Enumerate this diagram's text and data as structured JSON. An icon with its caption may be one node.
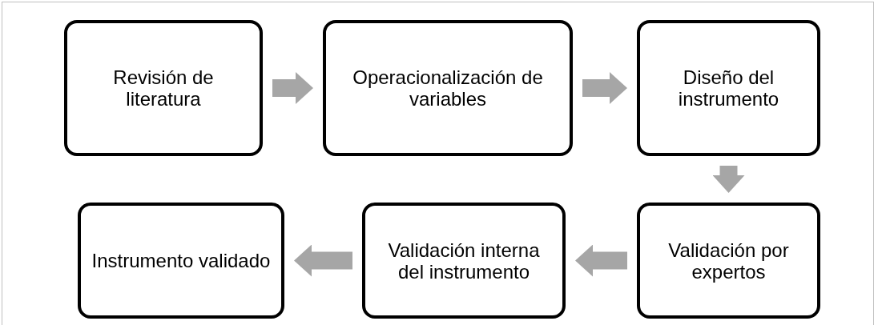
{
  "diagram": {
    "nodes": [
      {
        "text": [
          "Revisión de literatura"
        ]
      },
      {
        "text": [
          "Operacionalización de variables"
        ]
      },
      {
        "text": [
          "Diseño del instrumento"
        ]
      },
      {
        "text": [
          "Validación por expertos"
        ]
      },
      {
        "text": [
          "Validación interna del instrumento"
        ]
      },
      {
        "text": [
          "Instrumento validado"
        ]
      }
    ],
    "edges": [
      {
        "from": 0,
        "to": 1,
        "arrow": "to"
      },
      {
        "from": 1,
        "to": 2,
        "arrow": "to"
      },
      {
        "from": 2,
        "to": 3,
        "arrow": "to"
      },
      {
        "from": 3,
        "to": 4,
        "arrow": "to"
      },
      {
        "from": 4,
        "to": 5,
        "arrow": "to"
      }
    ]
  }
}
